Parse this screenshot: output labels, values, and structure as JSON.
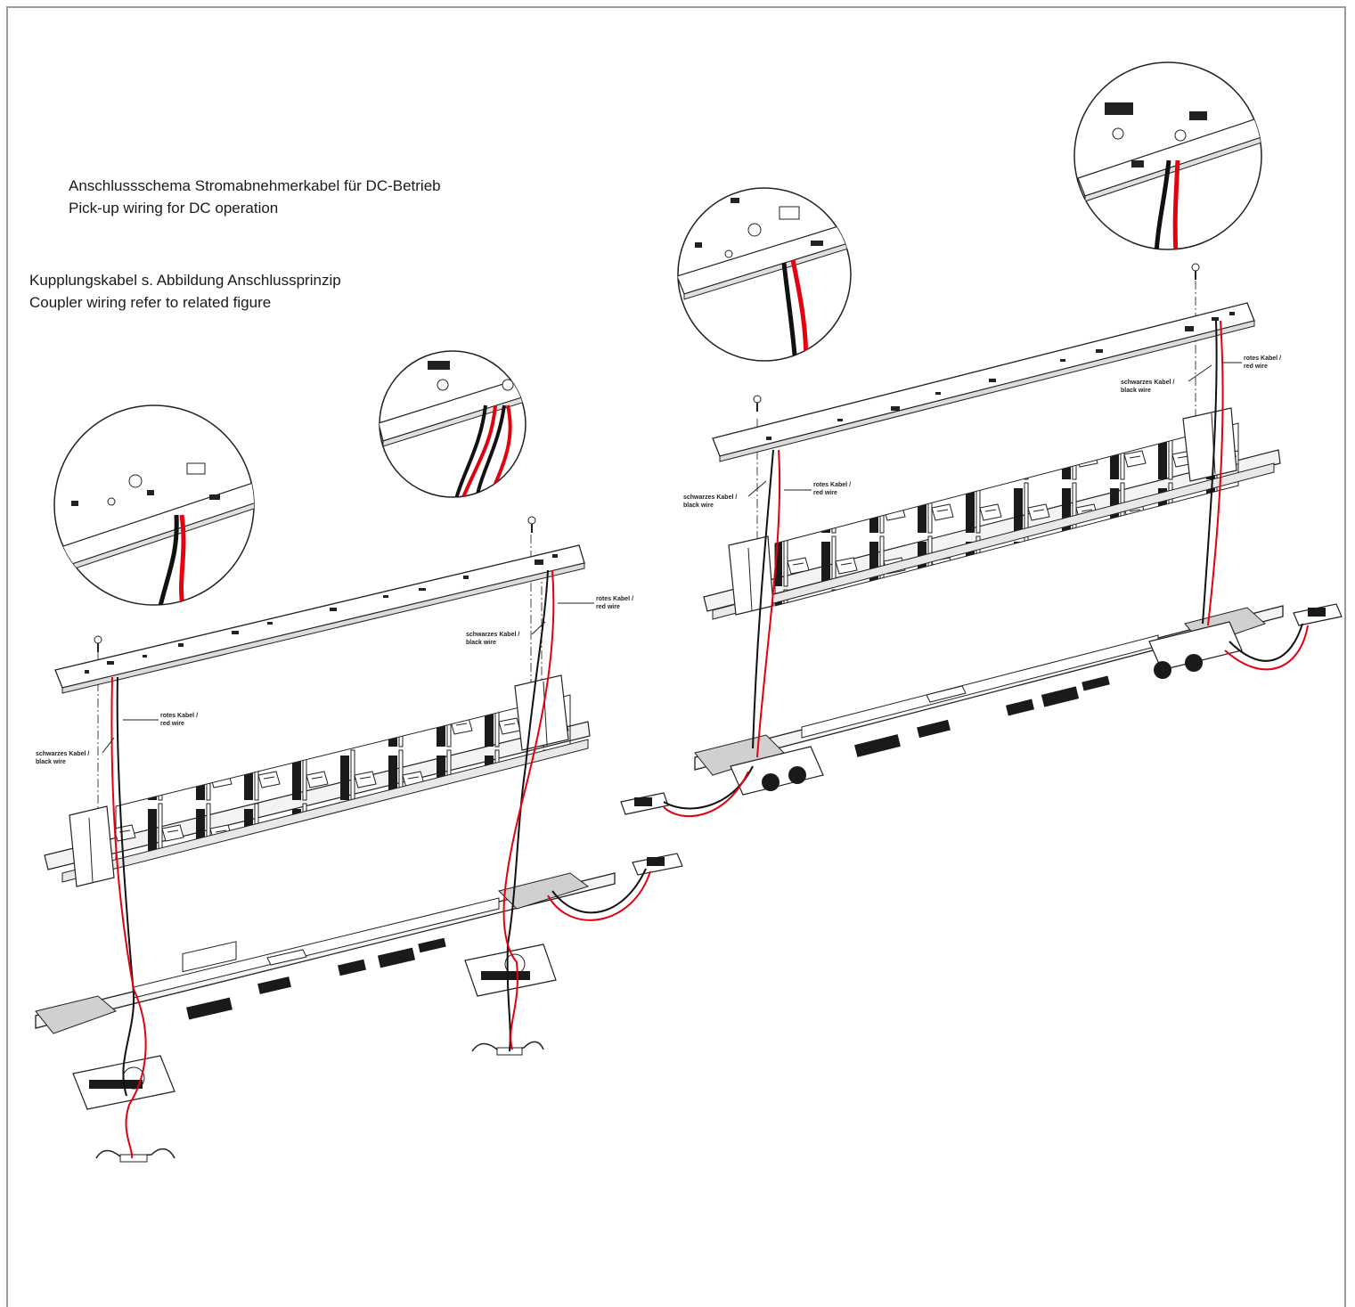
{
  "header": {
    "title_de": "Anschlussschema Stromabnehmerkabel für DC-Betrieb",
    "title_en": "Pick-up wiring for DC operation"
  },
  "note": {
    "line_de": "Kupplungskabel s. Abbildung Anschlussprinzip",
    "line_en": "Coupler wiring refer to related figure"
  },
  "labels": {
    "red_de": "rotes Kabel /",
    "red_en": "red wire",
    "black_de": "schwarzes Kabel /",
    "black_en": "black wire"
  },
  "colors": {
    "red_wire": "#e3000f",
    "black_wire": "#111111",
    "frame": "#9a9a9a"
  }
}
